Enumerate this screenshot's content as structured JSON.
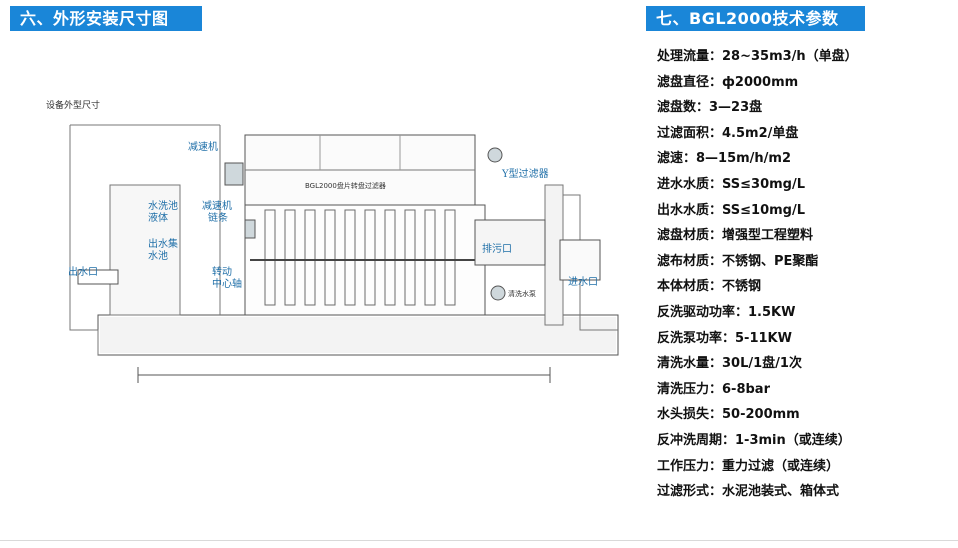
{
  "left_section": {
    "title": "六、外形安装尺寸图"
  },
  "right_section": {
    "title": "七、BGL2000技术参数"
  },
  "diagram": {
    "caption": "设备外型尺寸",
    "labels": {
      "reducer_top": "减速机",
      "y_filter": "Y型过滤器",
      "wash_pool": "水洗池",
      "tank": "液体",
      "reducer_mid": "减速机",
      "chain": "链条",
      "outlet_collect": "出水集",
      "collect_tank": "水池",
      "outlet": "出水口",
      "drive": "转动",
      "center": "中心轴",
      "drain": "排污口",
      "wash_pump": "清洗水泵",
      "inlet": "进水口",
      "device_name": "BGL2000盘片转盘过滤器"
    }
  },
  "specs": [
    "处理流量：28~35m3/h（单盘）",
    "滤盘直径：ф2000mm",
    "滤盘数：3—23盘",
    "过滤面积：4.5m2/单盘",
    "滤速：8—15m/h/m2",
    "进水水质：SS≤30mg/L",
    "出水水质：SS≤10mg/L",
    "滤盘材质：增强型工程塑料",
    "滤布材质：不锈钢、PE聚酯",
    "本体材质：不锈钢",
    "反洗驱动功率：1.5KW",
    "反洗泵功率：5-11KW",
    "清洗水量：30L/1盘/1次",
    "清洗压力：6-8bar",
    "水头损失：50-200mm",
    "反冲洗周期：1-3min（或连续）",
    "工作压力：重力过滤（或连续）",
    "过滤形式：水泥池装式、箱体式"
  ],
  "colors": {
    "header_bg": "#1a86d8",
    "header_text": "#ffffff",
    "label_blue": "#1f6fa8"
  }
}
